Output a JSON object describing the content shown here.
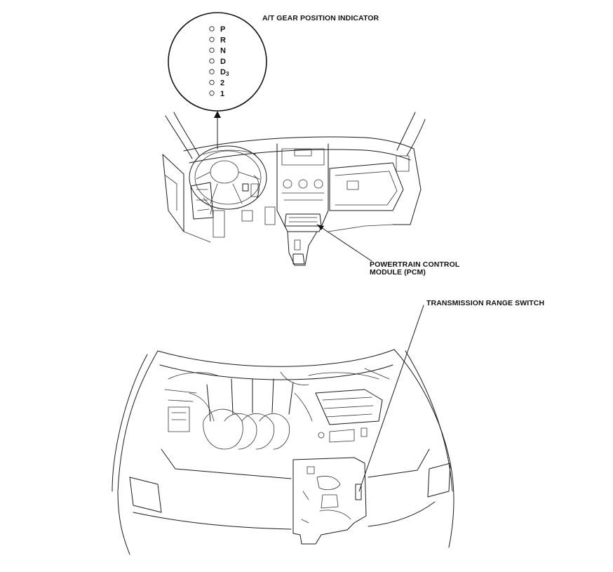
{
  "labels": {
    "indicator": "A/T GEAR POSITION INDICATOR",
    "pcm_line1": "POWERTRAIN CONTROL",
    "pcm_line2": "MODULE (PCM)",
    "trs": "TRANSMISSION RANGE SWITCH"
  },
  "gear_positions": [
    "P",
    "R",
    "N",
    "D",
    "D3",
    "2",
    "1"
  ]
}
